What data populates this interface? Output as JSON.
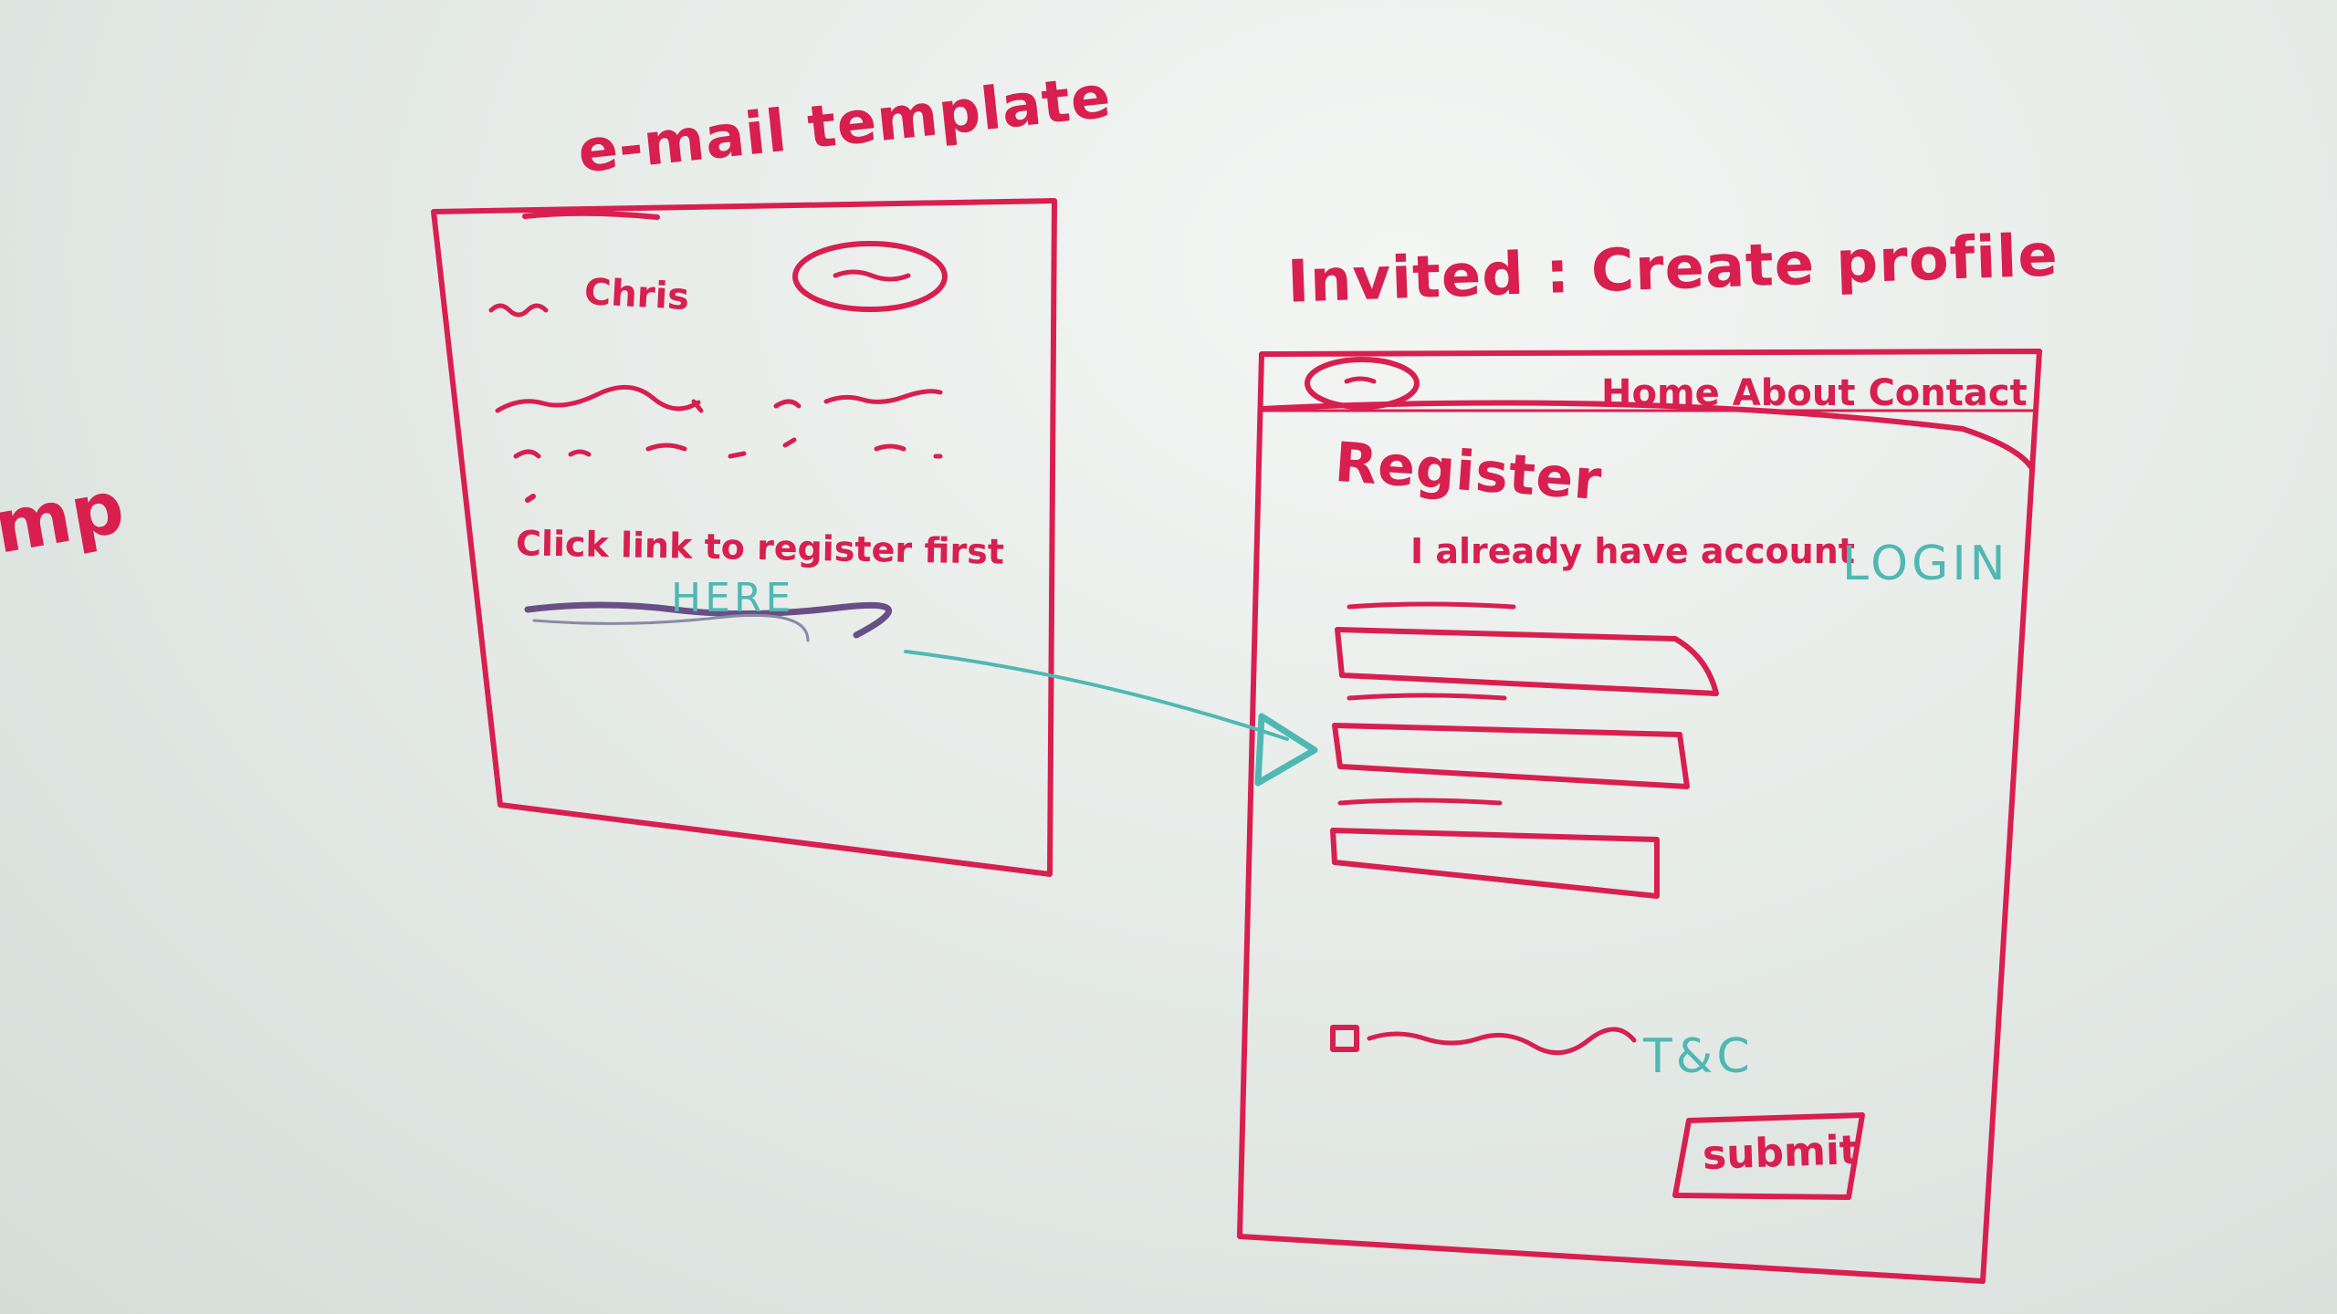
{
  "email_template": {
    "title": "e-mail template",
    "greeting": "Chris",
    "cta_text": "Click link to register first",
    "link_label": "HERE"
  },
  "create_profile": {
    "title": "Invited : Create profile",
    "nav": [
      "Home",
      "About",
      "Contact"
    ],
    "heading": "Register",
    "login_prompt": "I already have account",
    "login_link": "LOGIN",
    "terms_link": "T&C",
    "submit_label": "submit"
  },
  "left_edge_fragment": "mp",
  "colors": {
    "marker_red": "#d81f4f",
    "marker_teal": "#4fb8b3",
    "marker_purple": "#6a4f86",
    "board": "#e6ebe8"
  }
}
